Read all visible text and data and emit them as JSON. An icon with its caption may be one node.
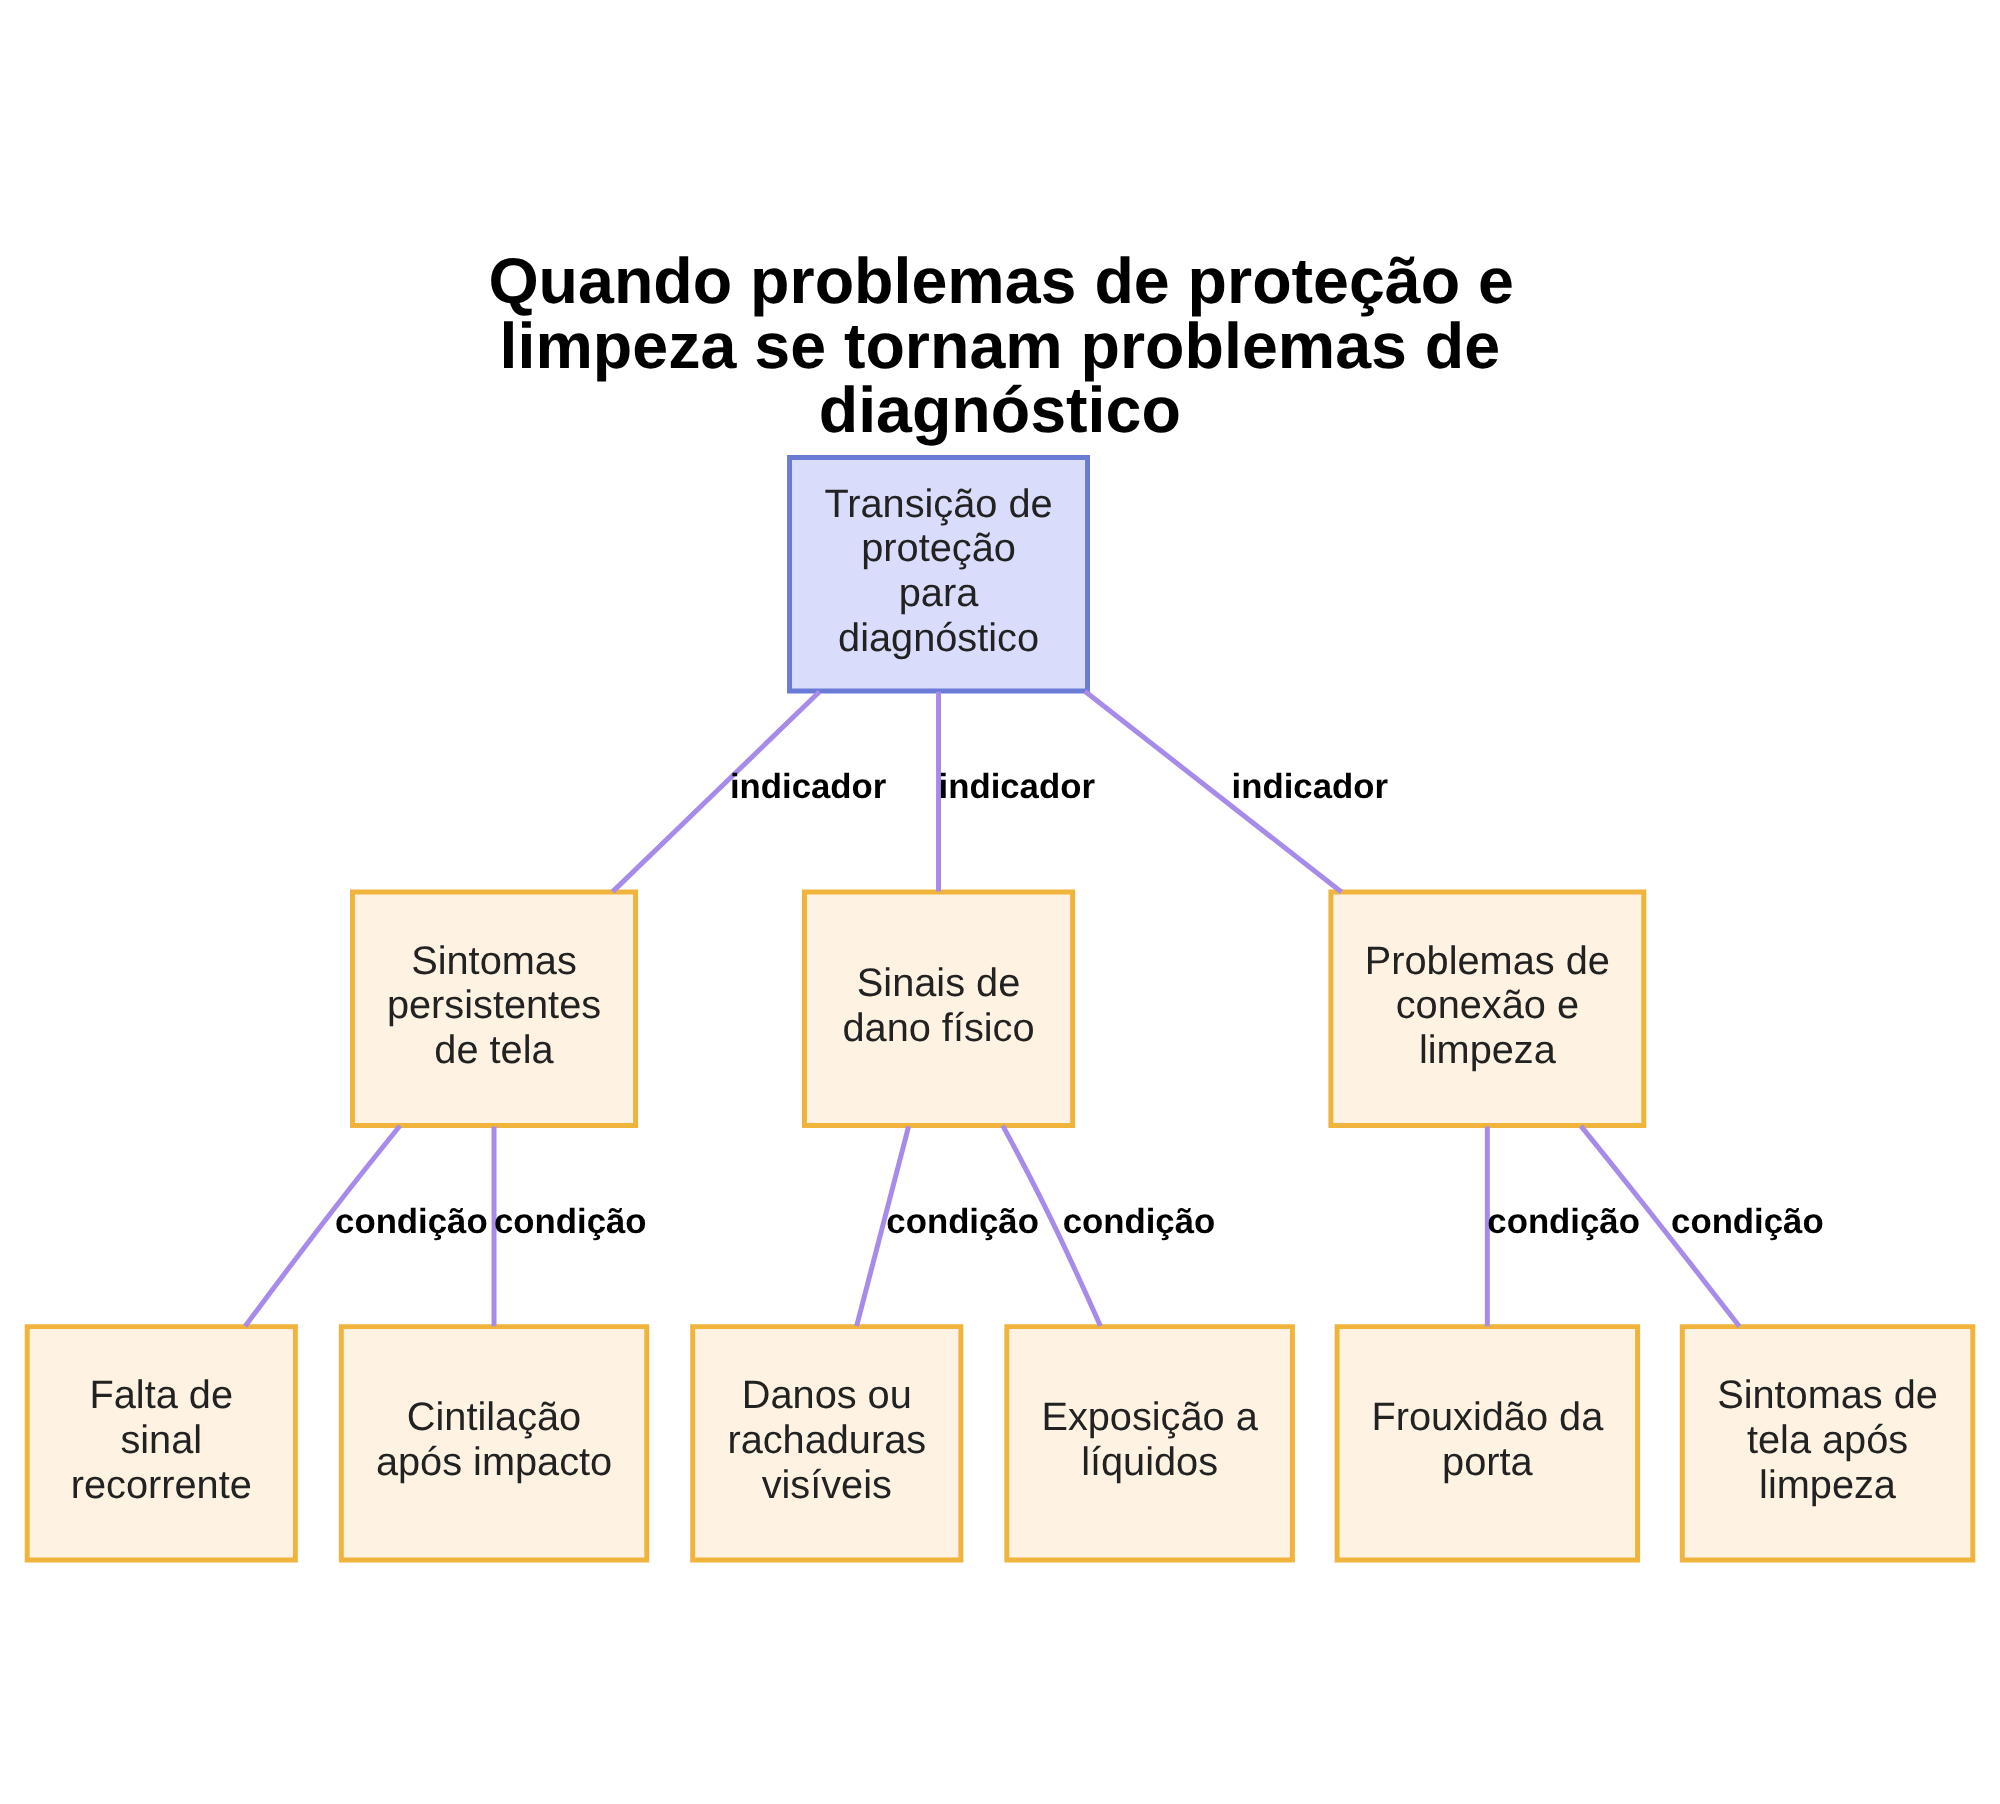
{
  "diagram": {
    "title": "Quando problemas de proteção e limpeza se tornam problemas de diagnóstico",
    "nodes": [
      {
        "text": [
          "Transição de proteção para diagnóstico"
        ]
      },
      {
        "text": [
          "Sintomas persistentes de tela"
        ]
      },
      {
        "text": [
          "Sinais de dano físico"
        ]
      },
      {
        "text": [
          "Problemas de conexão e limpeza"
        ]
      },
      {
        "text": [
          "Falta de sinal recorrente"
        ]
      },
      {
        "text": [
          "Cintilação após impacto"
        ]
      },
      {
        "text": [
          "Danos ou rachaduras visíveis"
        ]
      },
      {
        "text": [
          "Exposição a líquidos"
        ]
      },
      {
        "text": [
          "Frouxidão da porta"
        ]
      },
      {
        "text": [
          "Sintomas de tela após limpeza"
        ]
      }
    ],
    "edges": [
      {
        "from": 0,
        "to": 1,
        "arrow": "none",
        "label": "indicador"
      },
      {
        "from": 0,
        "to": 2,
        "arrow": "none",
        "label": "indicador"
      },
      {
        "from": 0,
        "to": 3,
        "arrow": "none",
        "label": "indicador"
      },
      {
        "from": 1,
        "to": 4,
        "arrow": "none",
        "label": "condição"
      },
      {
        "from": 1,
        "to": 5,
        "arrow": "none",
        "label": "condição"
      },
      {
        "from": 2,
        "to": 6,
        "arrow": "none",
        "label": "condição"
      },
      {
        "from": 2,
        "to": 7,
        "arrow": "none",
        "label": "condição"
      },
      {
        "from": 3,
        "to": 8,
        "arrow": "none",
        "label": "condição"
      },
      {
        "from": 3,
        "to": 9,
        "arrow": "none",
        "label": "condição"
      }
    ]
  }
}
